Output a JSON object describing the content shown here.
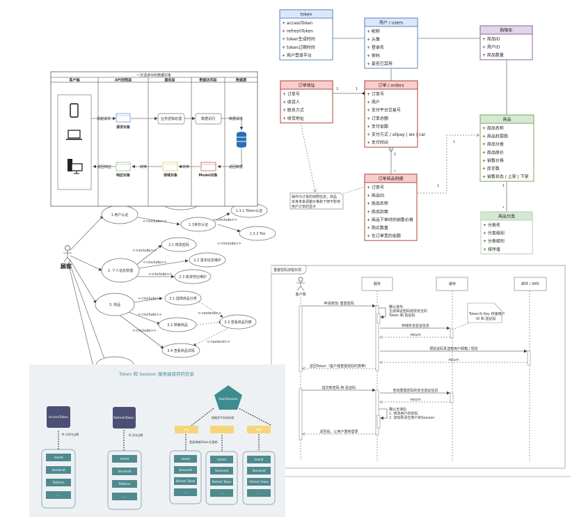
{
  "uml": {
    "classes": [
      {
        "title": "token",
        "color": "#dae8fc",
        "border": "#6c8ebf",
        "attrs": [
          "+ accessToken",
          "+ refreshToken",
          "+ token生成时间",
          "+ token过期时间",
          "+ 用户登录平台"
        ]
      },
      {
        "title": "用户 / users",
        "color": "#dae8fc",
        "border": "#6c8ebf",
        "attrs": [
          "+ 昵称",
          "+ 头像",
          "+ 登录名",
          "+ 密码",
          "+ 是否已禁用"
        ]
      },
      {
        "title": "购物车",
        "color": "#e1d5e7",
        "border": "#9673a6",
        "attrs": [
          "+ 商品ID",
          "+ 用户ID",
          "+ 商品数量"
        ]
      },
      {
        "title": "订单地址",
        "color": "#f8cecc",
        "border": "#b85450",
        "attrs": [
          "+ 订单号",
          "+ 收货人",
          "+ 联系方式",
          "+ 收货地址"
        ]
      },
      {
        "title": "订单 / orders",
        "color": "#f8cecc",
        "border": "#b85450",
        "attrs": [
          "+ 订单号",
          "+ 用户",
          "+ 支付平台交易号",
          "+ 订单总额",
          "+ 支付金额",
          "+ 支付方式  / alipay | wx | car",
          "+ 支付时间"
        ]
      },
      {
        "title": "商品",
        "color": "#d5e8d4",
        "border": "#82b366",
        "attrs": [
          "+ 商品名称",
          "+ 商品封面图",
          "+ 商品分类",
          "+ 商品原价",
          "+ 销售价格",
          "+ 库存数",
          "+ 销售状态 / 上架  |  下架"
        ]
      },
      {
        "title": "订单商品明细",
        "color": "#f8cecc",
        "border": "#b85450",
        "attrs": [
          "+ 订单号",
          "+ 商品ID",
          "+ 商品名称",
          "+ 商品封面",
          "+ 商品下单时的销售价格",
          "+ 购买数量",
          "+ 在订单里的金额"
        ]
      },
      {
        "title": "商品分类",
        "color": "#d5e8d4",
        "border": "#b8d4b0",
        "attrs": [
          "+ 分类名",
          "+ 分类级别",
          "+ 分类级别",
          "+ 排序值"
        ]
      }
    ],
    "note": [
      "稍作为订单的快照信息，商品",
      "本身未来调整价格和下架不影响",
      "用户订单的显示"
    ],
    "multiplicity": {
      "one": "1",
      "many": "*"
    }
  },
  "dataflow": {
    "title": "一次请求中的数据对象",
    "columns": [
      "客户端",
      "API控制层",
      "服务层",
      "数据访问层",
      "数据源"
    ],
    "request_label": "发起请求",
    "request_obj": "请求对象",
    "service_proc": "业务逻辑处理",
    "data_access": "数据访问",
    "db_request": "数据请求",
    "return_data": "返回数据",
    "model_obj": "Model对象",
    "convert1": "转换",
    "domain_obj": "领域对象",
    "convert2": "转换",
    "response_obj": "响应对象",
    "return_response": "返回响应"
  },
  "usecase": {
    "actor": "顾客",
    "include": "<<include>>",
    "extend": "<<extend>>",
    "cases": [
      "1.用户认证",
      "1.3身份认证",
      "1.3.1 Token认证",
      "1.3.2 Tok",
      "2.1 修改密码",
      "2. 个人信息管理",
      "2.2 基本信息维护",
      "2.3 收货地址维护",
      "3. 商品",
      "3.1 选择商品分类",
      "3.2 搜索商品",
      "3.3 查看商品列表",
      "3.4 查看商品详情"
    ]
  },
  "sequence": {
    "title": "重置密码流程实现",
    "actor": "客户端",
    "lifelines": [
      "服务",
      "缓存",
      "邮件 / SMS"
    ],
    "messages": {
      "m1": "申请修改/ 重置密码",
      "self1": [
        "确认身份,",
        "生成保证密码修改安全的",
        "Token 和 验证码"
      ],
      "m2": "存储安全验证信息",
      "ret": "return",
      "m3": "把验证码发送到用户邮箱 / 短信",
      "m4": "返回Token（客户端重置密码时携带）",
      "m5": "提交新密码 和 验证码",
      "m6": "查询重置密码的安全验证信息",
      "self2": [
        "确认无误后",
        "1. 修改用户的密码",
        "2. 如有则清空用户的Session"
      ],
      "m7": "返回后，让用户重新登录"
    },
    "note": [
      "Token为 Key 存储用户",
      "ID 和 验证码"
    ]
  },
  "token_session": {
    "title": "Token 和 Session 服务端保存的信息",
    "access": "AccessToken",
    "refresh": "RefreshToken",
    "access_note": "N 小时内过期",
    "refresh_note": "N 天内过期",
    "session": "UserSession",
    "session_note": "根据多平台的存储",
    "platforms": [
      "H5",
      "",
      "APP"
    ],
    "refresh_note2": "登录/刷新Token后更新",
    "group_a": [
      "UserId",
      "SessionId",
      "Platform",
      "......"
    ],
    "group_b": [
      "UserId",
      "SessionId",
      "Refresh Token",
      "......"
    ],
    "colors": {
      "token": "#4b4f73",
      "item": "#4f8a8e",
      "platform": "#f6d57a",
      "session": "#3f8c8f",
      "panel": "#eef1f4"
    }
  }
}
